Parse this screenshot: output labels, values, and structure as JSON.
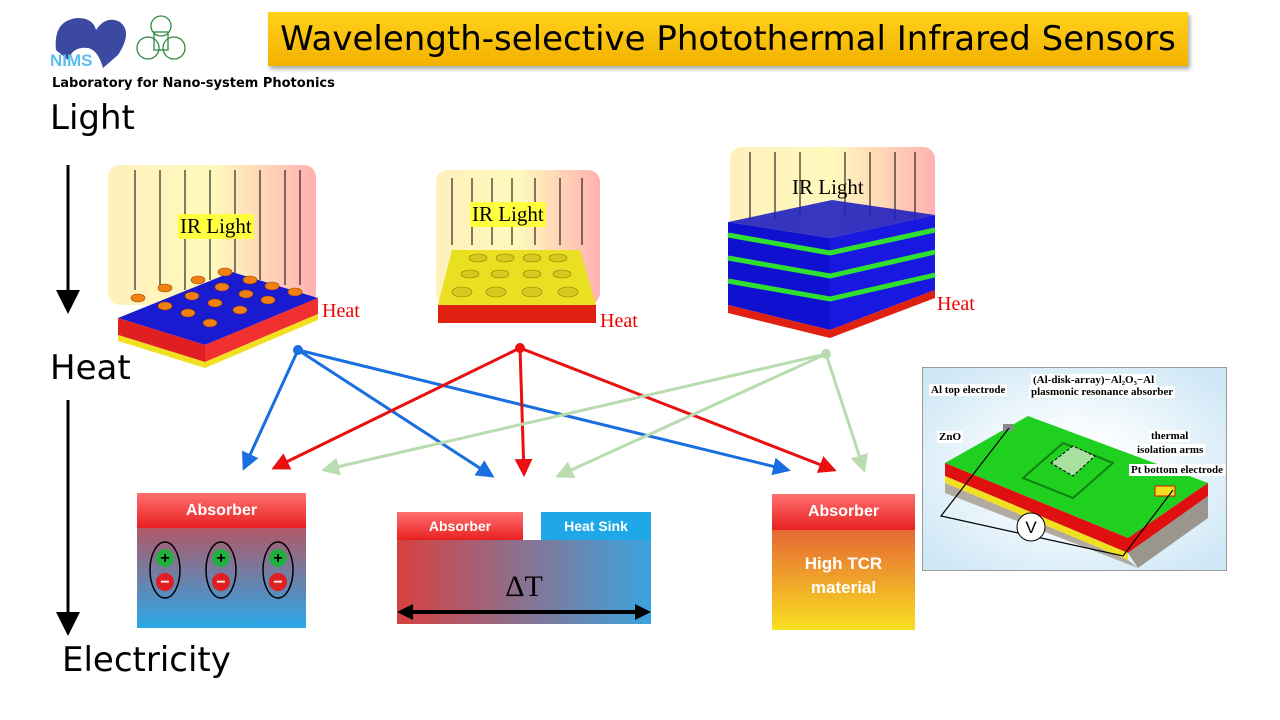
{
  "header": {
    "title": "Wavelength-selective Photothermal Infrared Sensors",
    "lab_name": "Laboratory for Nano-system Photonics",
    "logo_text": "NIMS"
  },
  "stages": {
    "light": "Light",
    "heat": "Heat",
    "electricity": "Electricity"
  },
  "devices": [
    {
      "light_label": "IR Light",
      "heat_label": "Heat"
    },
    {
      "light_label": "IR Light",
      "heat_label": "Heat"
    },
    {
      "light_label": "IR Light",
      "heat_label": "Heat"
    }
  ],
  "mechanisms": {
    "pyroelectric": {
      "header": "Absorber",
      "charges": [
        "+",
        "−"
      ]
    },
    "thermoelectric": {
      "absorber": "Absorber",
      "heat_sink": "Heat Sink",
      "delta": "ΔT"
    },
    "bolometer": {
      "header": "Absorber",
      "body": "High TCR material"
    }
  },
  "inset": {
    "al_top": "Al top electrode",
    "absorber_line1": "(Al-disk-array)−Al₂O₃−Al",
    "absorber_line2": "plasmonic resonance absorber",
    "zno": "ZnO",
    "thermal_line1": "thermal",
    "thermal_line2": "isolation arms",
    "pt": "Pt bottom electrode",
    "voltmeter": "V"
  },
  "colors": {
    "blue": "#1a6fe0",
    "red": "#e81010",
    "green": "#b8dcb0",
    "title_bg": "#f7c000"
  }
}
